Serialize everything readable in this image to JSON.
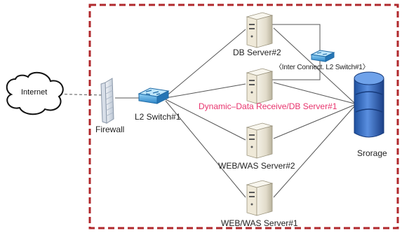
{
  "nodes": {
    "internet": "Internet",
    "firewall": "Firewall",
    "l2_switch": "L2 Switch#1",
    "db_server2": "DB Server#2",
    "interconnect": "〈Inter Connect. L2 Switch#1〉",
    "dynamic_server": "Dynamic–Data Receive/DB Server#1",
    "web_server2": "WEB/WAS Server#2",
    "web_server1": "WEB/WAS Server#1",
    "storage": "Srorage"
  },
  "colors": {
    "boundary": "#b0282c",
    "highlight_text": "#e8336d",
    "link": "#555555",
    "switch": "#2d86c8",
    "storage": "#2f62b4"
  },
  "icons": {
    "cloud": "cloud-icon",
    "firewall": "firewall-icon",
    "switch": "network-switch-icon",
    "server": "server-tower-icon",
    "storage": "storage-array-icon"
  }
}
